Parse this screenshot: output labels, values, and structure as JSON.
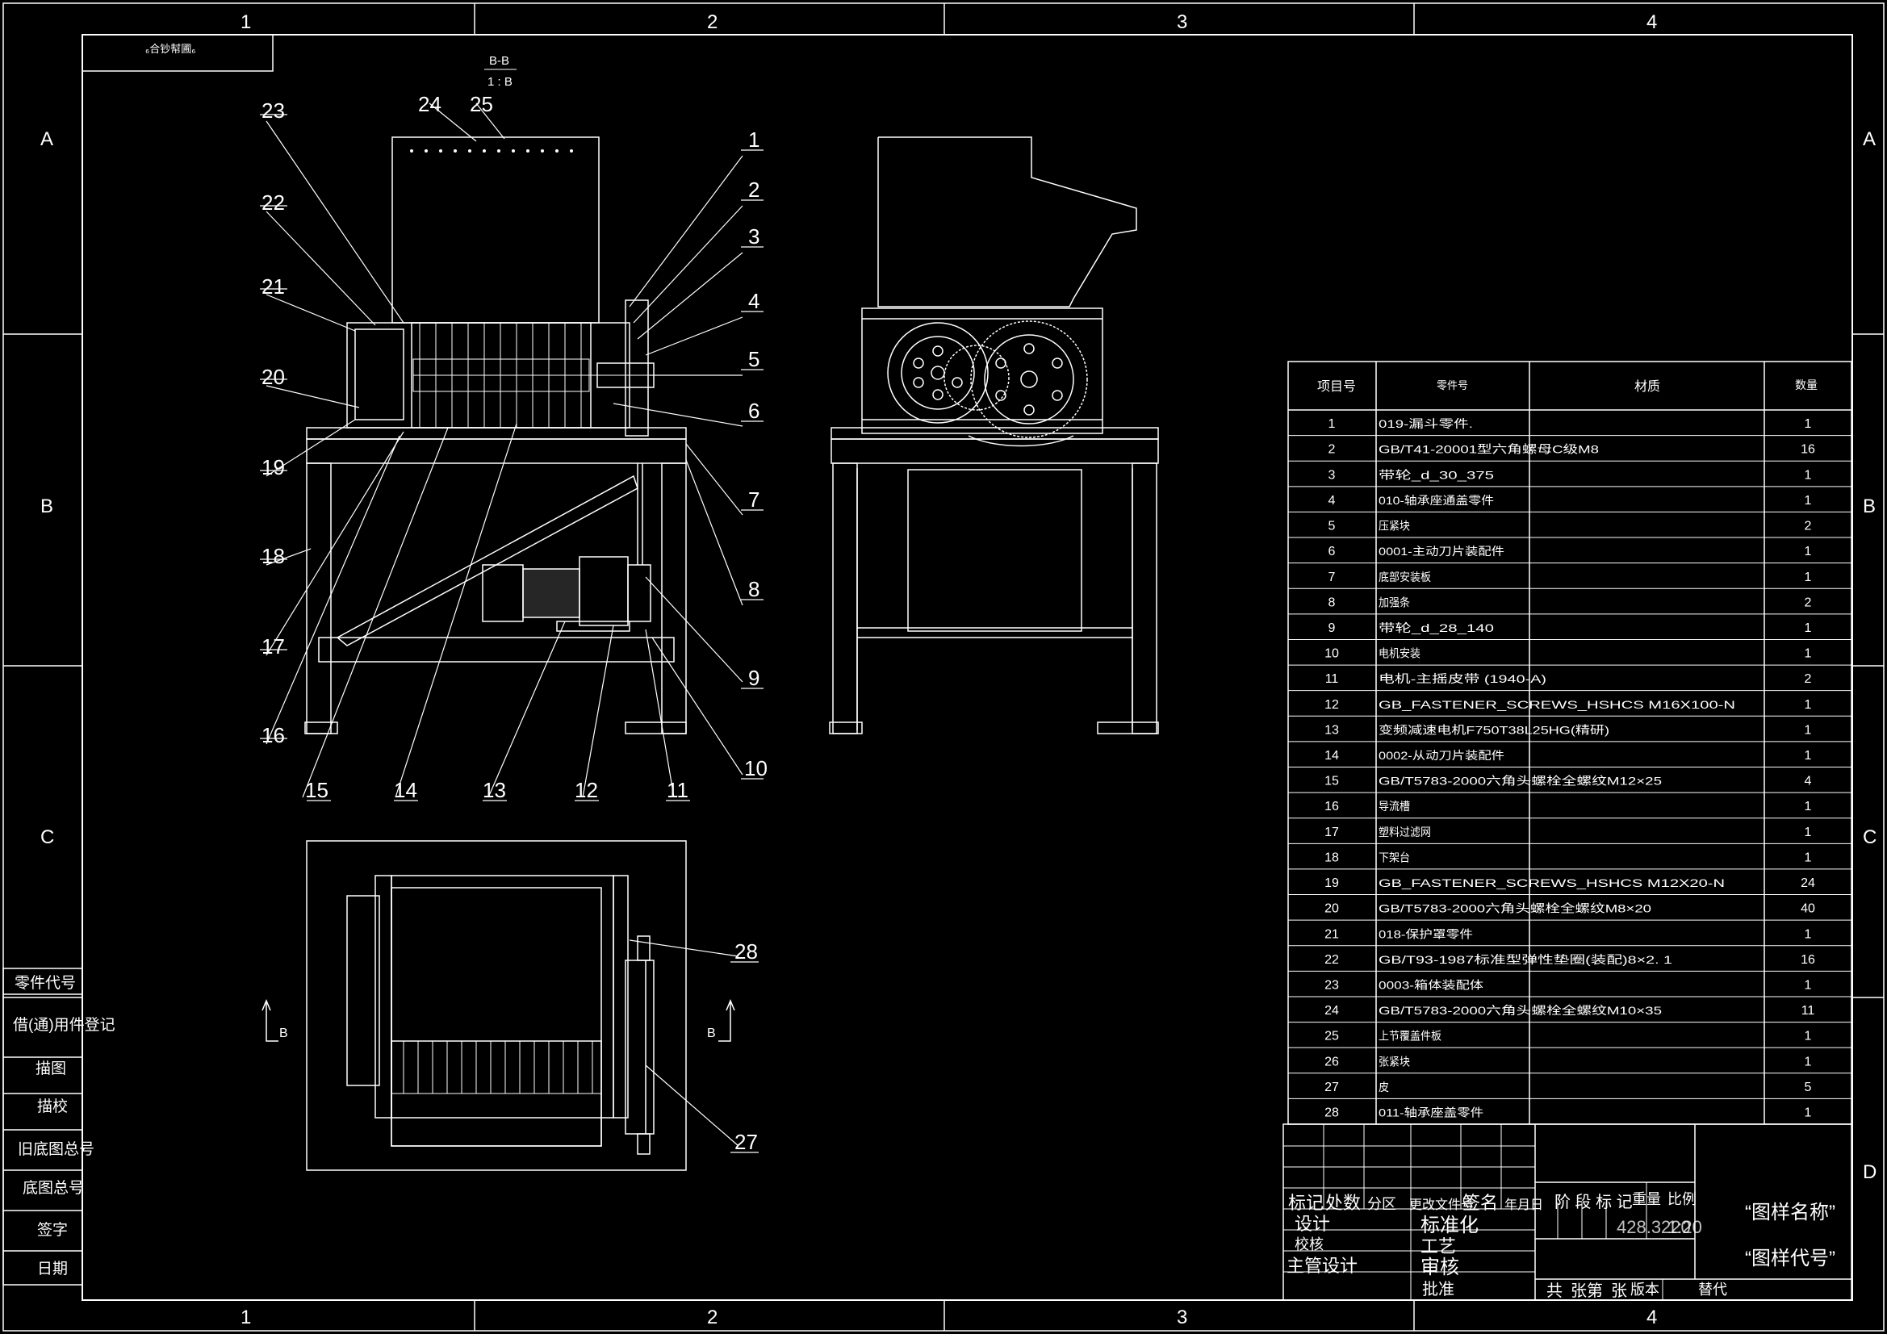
{
  "border": {
    "columns": [
      "1",
      "2",
      "3",
      "4"
    ],
    "rows": [
      "A",
      "B",
      "C",
      "D"
    ]
  },
  "top_left_box": "₆合钞幇圃₆",
  "section_label": {
    "top": "B-B",
    "bottom": "1 : B"
  },
  "view_markers": {
    "left": "B",
    "right": "B"
  },
  "balloons": [
    "1",
    "2",
    "3",
    "4",
    "5",
    "6",
    "7",
    "8",
    "9",
    "10",
    "11",
    "12",
    "13",
    "14",
    "15",
    "16",
    "17",
    "18",
    "19",
    "20",
    "21",
    "22",
    "23",
    "24",
    "25",
    "27",
    "28"
  ],
  "left_column": {
    "items": [
      "零件代号",
      "借(通)用件登记",
      "描图",
      "描校",
      "旧底图总号",
      "底图总号",
      "签字",
      "日期"
    ]
  },
  "bom": {
    "headers": [
      "项目号",
      "零件号",
      "材质",
      "数量"
    ],
    "rows": [
      {
        "no": "1",
        "part": "019-漏斗零件.",
        "qty": "1"
      },
      {
        "no": "2",
        "part": "GB/T41-20001型六角螺母C级M8",
        "qty": "16"
      },
      {
        "no": "3",
        "part": "带轮_d_30_375",
        "qty": "1"
      },
      {
        "no": "4",
        "part": "010-轴承座通盖零件",
        "qty": "1"
      },
      {
        "no": "5",
        "part": "压紧块",
        "qty": "2"
      },
      {
        "no": "6",
        "part": "0001-主动刀片装配件",
        "qty": "1"
      },
      {
        "no": "7",
        "part": "底部安装板",
        "qty": "1"
      },
      {
        "no": "8",
        "part": "加强条",
        "qty": "2"
      },
      {
        "no": "9",
        "part": "带轮_d_28_140",
        "qty": "1"
      },
      {
        "no": "10",
        "part": "电机安装",
        "qty": "1"
      },
      {
        "no": "11",
        "part": "电机-主摇皮带 (1940-A)",
        "qty": "2"
      },
      {
        "no": "12",
        "part": "GB_FASTENER_SCREWS_HSHCS M16X100-N",
        "qty": "1"
      },
      {
        "no": "13",
        "part": "变频减速电机F750T38L25HG(精研)",
        "qty": "1"
      },
      {
        "no": "14",
        "part": "0002-从动刀片装配件",
        "qty": "1"
      },
      {
        "no": "15",
        "part": "GB/T5783-2000六角头螺栓全螺纹M12×25",
        "qty": "4"
      },
      {
        "no": "16",
        "part": "导流槽",
        "qty": "1"
      },
      {
        "no": "17",
        "part": "塑料过滤网",
        "qty": "1"
      },
      {
        "no": "18",
        "part": "下架台",
        "qty": "1"
      },
      {
        "no": "19",
        "part": "GB_FASTENER_SCREWS_HSHCS M12X20-N",
        "qty": "24"
      },
      {
        "no": "20",
        "part": "GB/T5783-2000六角头螺栓全螺纹M8×20",
        "qty": "40"
      },
      {
        "no": "21",
        "part": "018-保护罩零件",
        "qty": "1"
      },
      {
        "no": "22",
        "part": "GB/T93-1987标准型弹性垫圈(装配)8×2. 1",
        "qty": "16"
      },
      {
        "no": "23",
        "part": "0003-箱体装配体",
        "qty": "1"
      },
      {
        "no": "24",
        "part": "GB/T5783-2000六角头螺栓全螺纹M10×35",
        "qty": "11"
      },
      {
        "no": "25",
        "part": "上节覆盖件板",
        "qty": "1"
      },
      {
        "no": "26",
        "part": "张紧块",
        "qty": "1"
      },
      {
        "no": "27",
        "part": "皮",
        "qty": "5"
      },
      {
        "no": "28",
        "part": "011-轴承座盖零件",
        "qty": "1"
      }
    ]
  },
  "title_block": {
    "header_row": [
      "标记",
      "处数",
      "分区",
      "更改文件号",
      "签名",
      "年月日"
    ],
    "roles": [
      "设计",
      "校核",
      "主管设计"
    ],
    "roles2": [
      "标准化",
      "工艺",
      "审核",
      "批准"
    ],
    "stage_header": [
      "阶 段 标 记",
      "重量",
      "比例"
    ],
    "weight": "428.3220",
    "scale": "1:20",
    "sheet_info": [
      "共",
      "张第",
      "张",
      "版本",
      "替代"
    ],
    "drawing_name": "“图样名称”",
    "drawing_code": "“图样代号”"
  }
}
